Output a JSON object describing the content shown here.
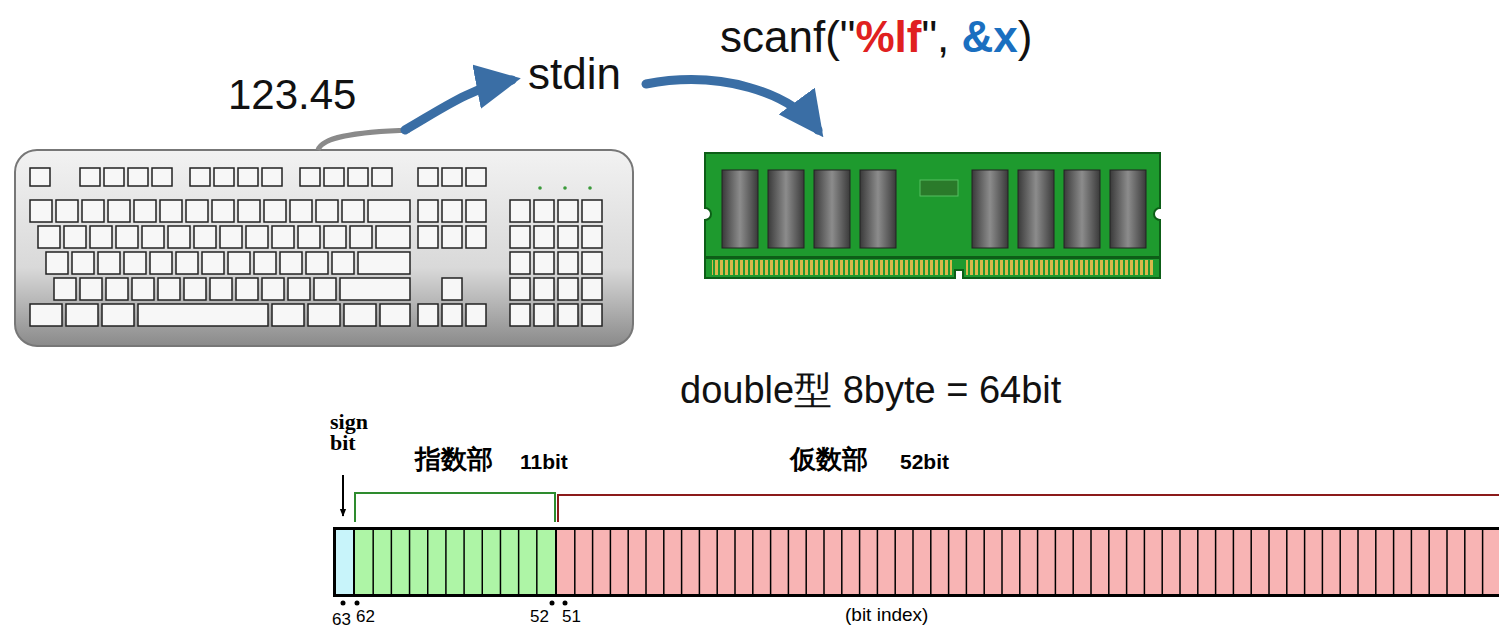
{
  "diagram": {
    "labels": [
      "123.45",
      "stdin",
      "scanf(\"",
      "%lf",
      "\", ",
      "&x",
      ")",
      "double型 8byte = 64bit",
      "sign bit",
      "指数部",
      "11bit",
      "仮数部",
      "52bit",
      "63",
      "62",
      "52",
      "51",
      "(bit index)"
    ]
  }
}
